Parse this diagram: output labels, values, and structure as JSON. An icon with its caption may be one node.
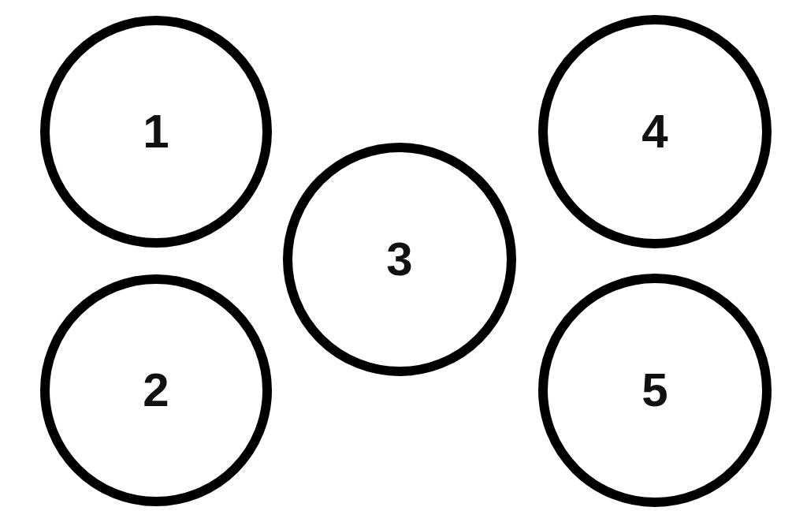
{
  "diagram": {
    "nodes": [
      {
        "text": [
          "1"
        ]
      },
      {
        "text": [
          "2"
        ]
      },
      {
        "text": [
          "3"
        ]
      },
      {
        "text": [
          "4"
        ]
      },
      {
        "text": [
          "5"
        ]
      }
    ]
  }
}
